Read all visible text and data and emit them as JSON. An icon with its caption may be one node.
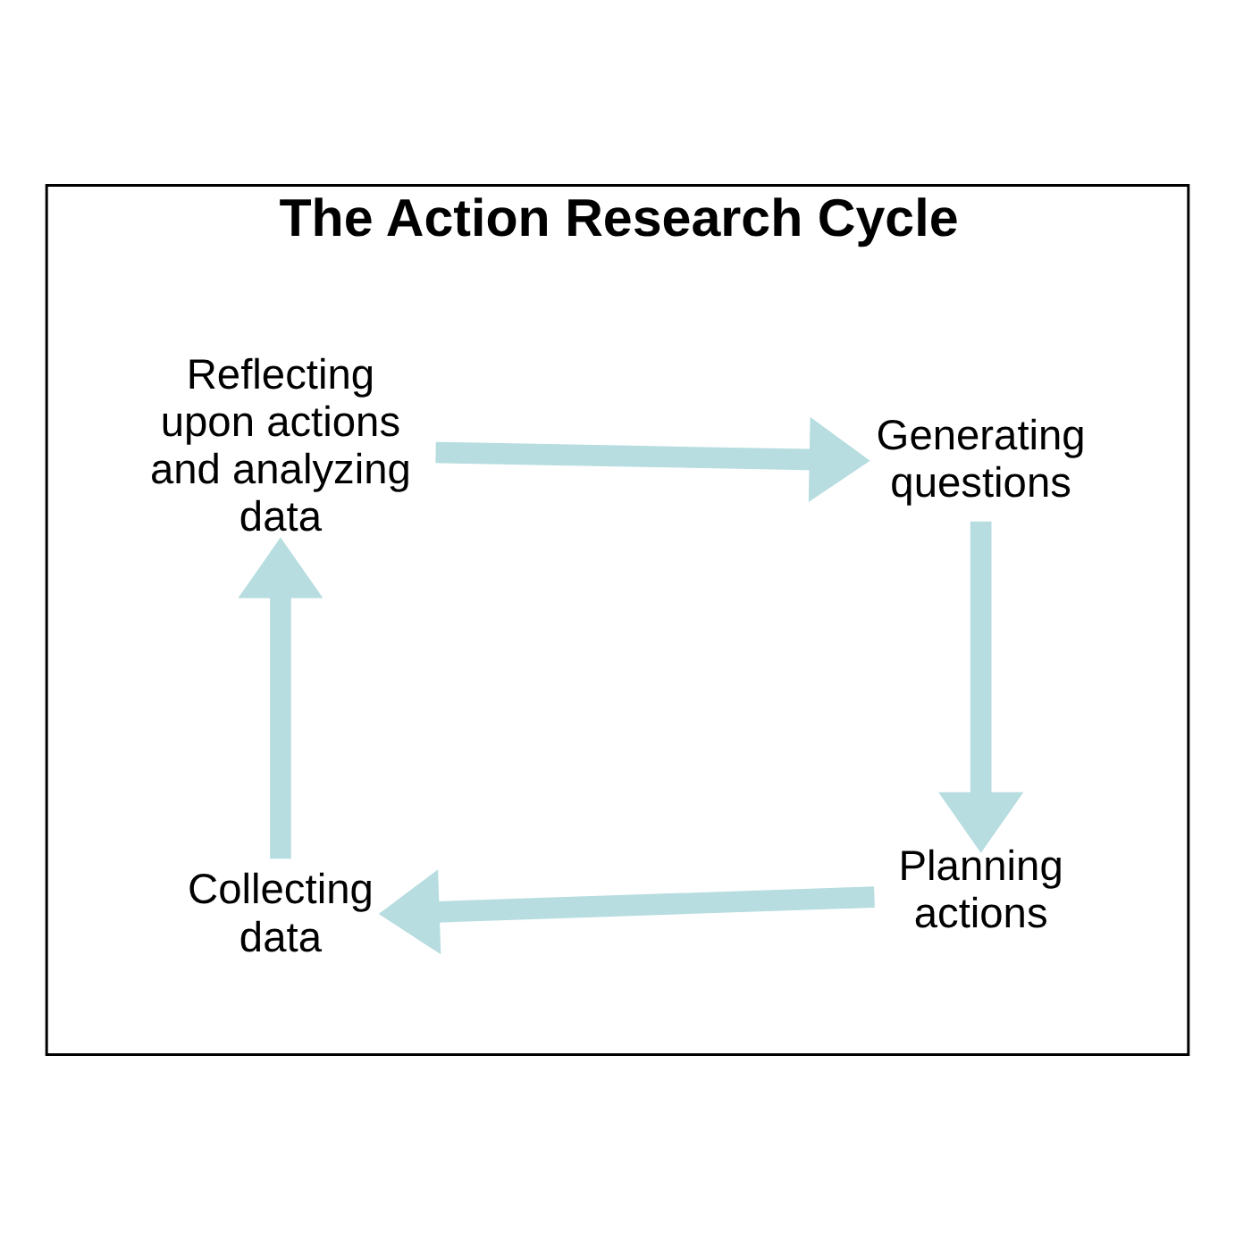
{
  "diagram": {
    "nodes": [
      {
        "text": [
          "The Action Research Cycle"
        ]
      },
      {
        "text": [
          "Reflecting upon actions and analyzing data"
        ],
        "in": 0
      },
      {
        "text": [
          "Generating questions"
        ],
        "in": 0
      },
      {
        "text": [
          "Planning actions"
        ],
        "in": 0
      },
      {
        "text": [
          "Collecting data"
        ],
        "in": 0
      }
    ],
    "edges": [
      {
        "from": 1,
        "to": 2,
        "arrow": "to"
      },
      {
        "from": 2,
        "to": 3,
        "arrow": "to"
      },
      {
        "from": 3,
        "to": 4,
        "arrow": "to"
      },
      {
        "from": 4,
        "to": 1,
        "arrow": "to"
      }
    ]
  }
}
